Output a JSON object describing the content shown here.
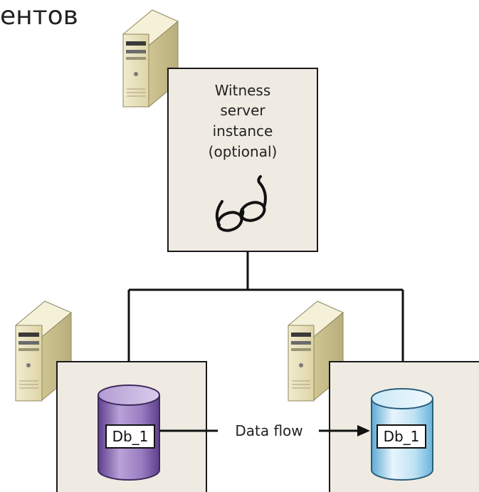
{
  "caption": {
    "partial_text": "ентов"
  },
  "witness": {
    "line1": "Witness",
    "line2": "server",
    "line3": "instance",
    "line4": "(optional)",
    "icon": "glasses-icon"
  },
  "principal": {
    "db_label": "Db_1",
    "db_color": "#8a6fb0"
  },
  "mirror": {
    "db_label": "Db_1",
    "db_color": "#7fc3e6"
  },
  "flow": {
    "label": "Data flow"
  },
  "colors": {
    "box_fill": "#efebe2",
    "line": "#111111",
    "server_case": "#eae3bd"
  },
  "icons": [
    "server-icon",
    "database-icon",
    "glasses-icon",
    "arrow-right-icon"
  ]
}
